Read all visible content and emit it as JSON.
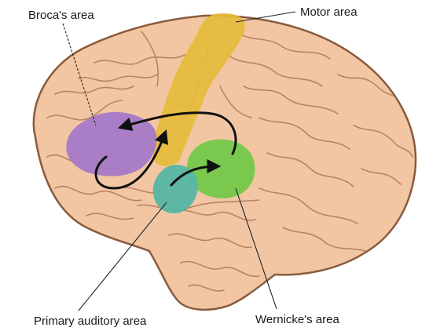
{
  "labels": {
    "broca": "Broca's area",
    "motor": "Motor area",
    "auditory": "Primary auditory area",
    "wernicke": "Wernicke's area"
  },
  "colors": {
    "brain_fill": "#f2c6a3",
    "brain_outline": "#8a5a3c",
    "gyri_lines": "#b98264",
    "broca_region": "#a57ac8",
    "motor_region": "#e6bb3a",
    "auditory_region": "#55b6a4",
    "wernicke_region": "#74c84a",
    "arrow": "#111111",
    "leader_line": "#222222"
  }
}
